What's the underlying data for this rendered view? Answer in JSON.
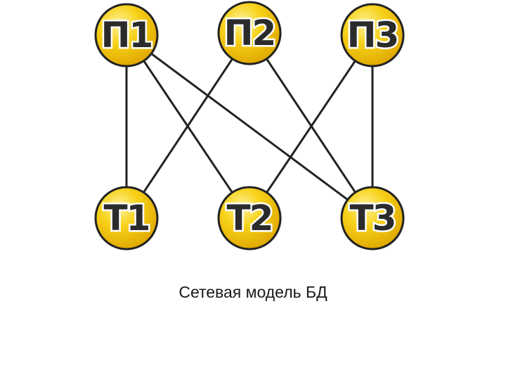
{
  "diagram": {
    "caption": "Сетевая модель БД",
    "nodes": [
      {
        "id": "p1",
        "label": "П1"
      },
      {
        "id": "p2",
        "label": "П2"
      },
      {
        "id": "p3",
        "label": "П3"
      },
      {
        "id": "t1",
        "label": "Т1"
      },
      {
        "id": "t2",
        "label": "Т2"
      },
      {
        "id": "t3",
        "label": "Т3"
      }
    ],
    "edges": [
      [
        "p1",
        "t1"
      ],
      [
        "p1",
        "t2"
      ],
      [
        "p1",
        "t3"
      ],
      [
        "p2",
        "t1"
      ],
      [
        "p2",
        "t3"
      ],
      [
        "p3",
        "t2"
      ],
      [
        "p3",
        "t3"
      ]
    ]
  },
  "colors": {
    "node_fill": "#f4c400",
    "node_highlight": "#fff29a",
    "node_outline": "#222222",
    "edge": "#222222"
  }
}
